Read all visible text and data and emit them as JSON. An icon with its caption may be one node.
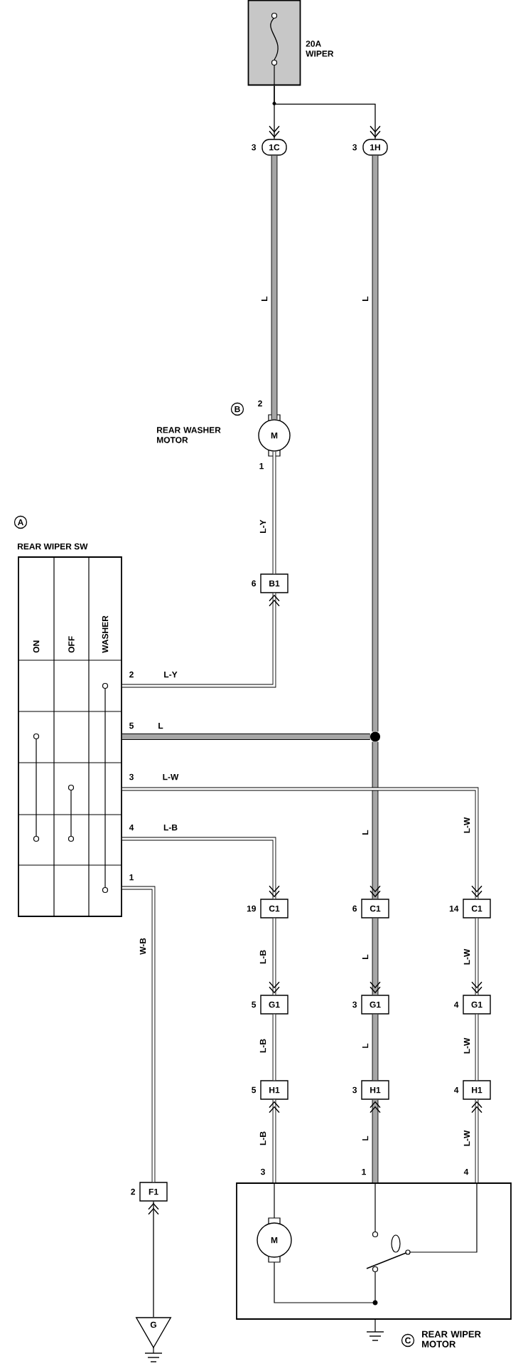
{
  "diagram": {
    "nodes": [
      {
        "text": [
          "20A WIPER"
        ]
      },
      {
        "text": [
          "1C"
        ],
        "beside": [
          "3"
        ]
      },
      {
        "text": [
          "1H"
        ],
        "beside": [
          "3"
        ]
      },
      {
        "text": [
          "M"
        ],
        "beside": [
          "B",
          "REAR WASHER MOTOR",
          "2",
          "1"
        ]
      },
      {
        "text": [
          "B1"
        ],
        "beside": [
          "6"
        ]
      },
      {
        "text": [
          "REAR WIPER SW",
          "ON",
          "OFF",
          "WASHER"
        ],
        "beside": [
          "A"
        ]
      },
      {
        "text": [],
        "shape": "circle"
      },
      {
        "text": [
          "C1"
        ],
        "beside": [
          "19"
        ]
      },
      {
        "text": [
          "C1"
        ],
        "beside": [
          "6"
        ]
      },
      {
        "text": [
          "C1"
        ],
        "beside": [
          "14"
        ]
      },
      {
        "text": [
          "G1"
        ],
        "beside": [
          "5"
        ]
      },
      {
        "text": [
          "G1"
        ],
        "beside": [
          "3"
        ]
      },
      {
        "text": [
          "G1"
        ],
        "beside": [
          "4"
        ]
      },
      {
        "text": [
          "H1"
        ],
        "beside": [
          "5"
        ]
      },
      {
        "text": [
          "H1"
        ],
        "beside": [
          "3"
        ]
      },
      {
        "text": [
          "H1"
        ],
        "beside": [
          "4"
        ]
      },
      {
        "text": [
          "F1"
        ],
        "beside": [
          "2"
        ]
      },
      {
        "text": [
          "G"
        ]
      },
      {
        "text": [
          "REAR WIPER MOTOR"
        ],
        "beside": [
          "C",
          "3",
          "1",
          "4"
        ]
      },
      {
        "text": [
          "M"
        ],
        "in": 18
      }
    ],
    "edges": [
      {
        "from": 0,
        "to": 1,
        "arrow": "to"
      },
      {
        "from": 0,
        "to": 2,
        "arrow": "to"
      },
      {
        "from": 1,
        "to": 3,
        "arrow": "none",
        "label": "L",
        "style": "thick"
      },
      {
        "from": 2,
        "to": 6,
        "arrow": "none",
        "label": "L",
        "style": "thick"
      },
      {
        "from": 3,
        "to": 4,
        "arrow": "none",
        "label": "L-Y"
      },
      {
        "from": 5,
        "to": 4,
        "arrow": "to",
        "label": "L-Y"
      },
      {
        "from": 5,
        "to": 6,
        "arrow": "none",
        "label": "L",
        "style": "thick"
      },
      {
        "from": 6,
        "to": 8,
        "arrow": "to",
        "label": "L",
        "style": "thick"
      },
      {
        "from": 5,
        "to": 7,
        "arrow": "to",
        "label": "L-B"
      },
      {
        "from": 5,
        "to": 9,
        "arrow": "to",
        "label": "L-W"
      },
      {
        "from": 7,
        "to": 10,
        "arrow": "to",
        "label": "L-B"
      },
      {
        "from": 8,
        "to": 11,
        "arrow": "to",
        "label": "L",
        "style": "thick"
      },
      {
        "from": 9,
        "to": 12,
        "arrow": "to",
        "label": "L-W"
      },
      {
        "from": 10,
        "to": 13,
        "arrow": "none",
        "label": "L-B"
      },
      {
        "from": 11,
        "to": 14,
        "arrow": "none",
        "label": "L",
        "style": "thick"
      },
      {
        "from": 12,
        "to": 15,
        "arrow": "none",
        "label": "L-W"
      },
      {
        "from": 18,
        "to": 13,
        "arrow": "to",
        "label": "L-B"
      },
      {
        "from": 18,
        "to": 14,
        "arrow": "to",
        "label": "L",
        "style": "thick"
      },
      {
        "from": 18,
        "to": 15,
        "arrow": "to",
        "label": "L-W"
      },
      {
        "from": 5,
        "to": 16,
        "arrow": "none",
        "label": "W-B"
      },
      {
        "from": 17,
        "to": 16,
        "arrow": "to"
      }
    ],
    "labels": [
      "2",
      "5",
      "3",
      "4",
      "1",
      "L-W"
    ]
  }
}
